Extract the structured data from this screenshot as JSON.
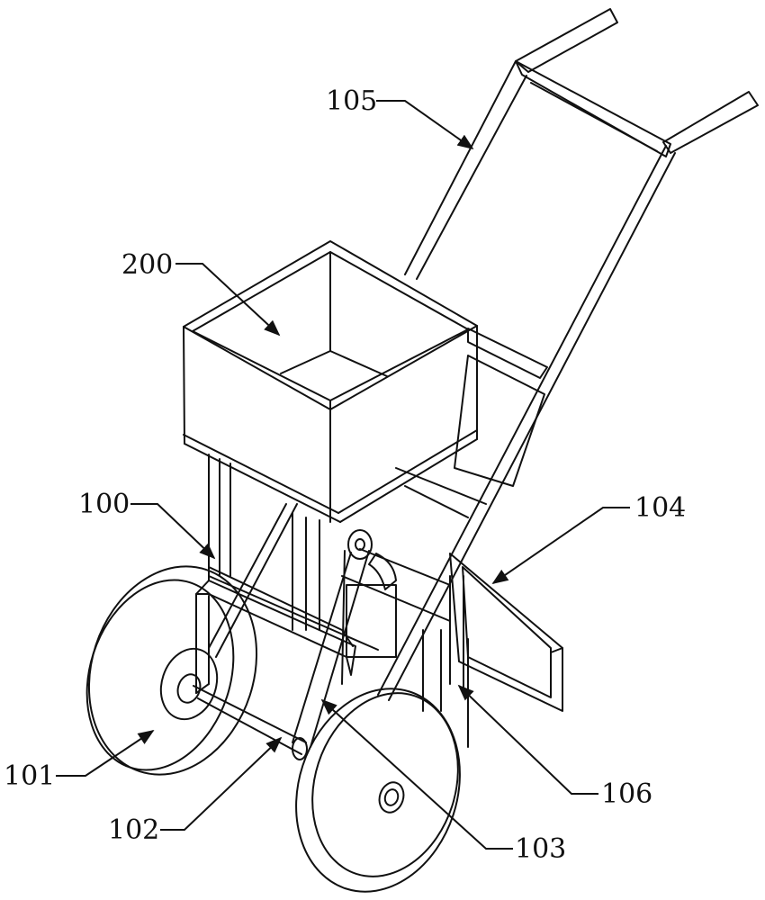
{
  "colors": {
    "line": "#111111",
    "background": "#ffffff"
  },
  "labels": {
    "hopper": "200",
    "handle": "105",
    "frame": "100",
    "bracket": "104",
    "wheel": "101",
    "axle": "102",
    "chain": "103",
    "support": "106"
  }
}
